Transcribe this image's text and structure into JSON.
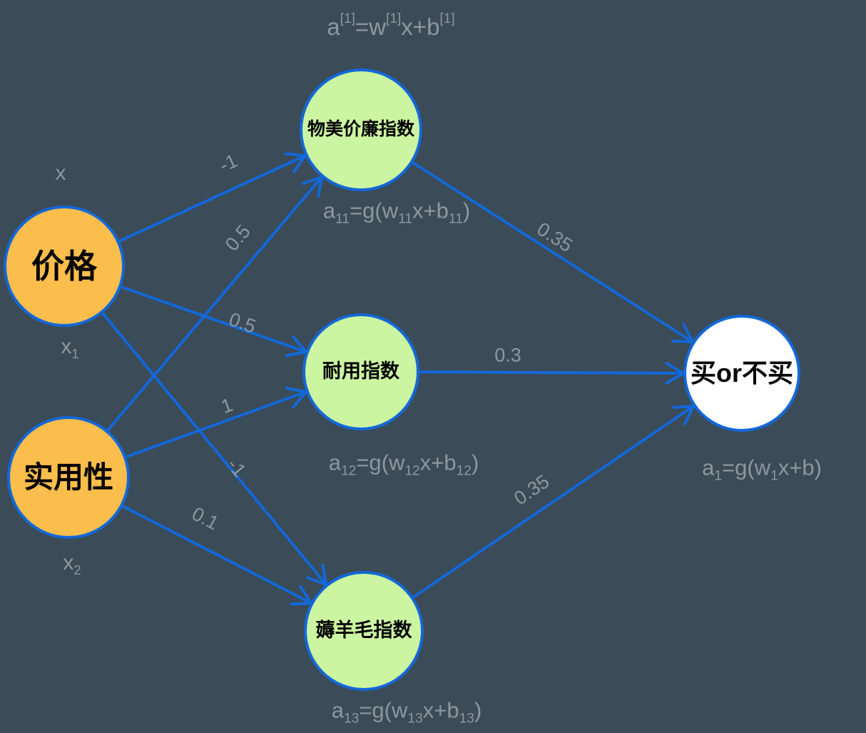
{
  "colors": {
    "background": "#3B4B58",
    "edge_blue": "#1368D8",
    "input_node_fill": "#FBBE4C",
    "hidden_node_fill": "#CCF5A1",
    "output_node_fill": "#FFFFFF",
    "annotation_gray": "#8E979D",
    "node_label_black": "#000000"
  },
  "nodes": {
    "input1": {
      "label": "价格"
    },
    "input2": {
      "label": "实用性"
    },
    "hidden1": {
      "label": "物美价廉指数"
    },
    "hidden2": {
      "label": "耐用指数"
    },
    "hidden3": {
      "label": "薅羊毛指数"
    },
    "output": {
      "label": "买or不买"
    }
  },
  "input_annotations": {
    "x": "x",
    "x1_base": "x",
    "x1_sub": "1",
    "x2_base": "x",
    "x2_sub": "2"
  },
  "weights": {
    "input1_hidden1": "-1",
    "input2_hidden1": "0.5",
    "input1_hidden2": "0.5",
    "input2_hidden2": "1",
    "input1_hidden3": "-1",
    "input2_hidden3": "0.1",
    "hidden1_output": "0.35",
    "hidden2_output": "0.3",
    "hidden3_output": "0.35"
  },
  "formulas": {
    "layer": {
      "p1": "a",
      "sup1": "[1]",
      "p2": "=w",
      "sup2": "[1]",
      "p3": "x+b",
      "sup3": "[1]"
    },
    "hidden1": {
      "p1": "a",
      "s1": "11",
      "p2": "=g(w",
      "s2": "11",
      "p3": "x+b",
      "s3": "11",
      "p4": ")"
    },
    "hidden2": {
      "p1": "a",
      "s1": "12",
      "p2": "=g(w",
      "s2": "12",
      "p3": "x+b",
      "s3": "12",
      "p4": ")"
    },
    "hidden3": {
      "p1": "a",
      "s1": "13",
      "p2": "=g(w",
      "s2": "13",
      "p3": "x+b",
      "s3": "13",
      "p4": ")"
    },
    "output": {
      "p1": "a",
      "s1": "1",
      "p2": "=g(w",
      "s2": "1",
      "p3": "x+b)"
    }
  }
}
